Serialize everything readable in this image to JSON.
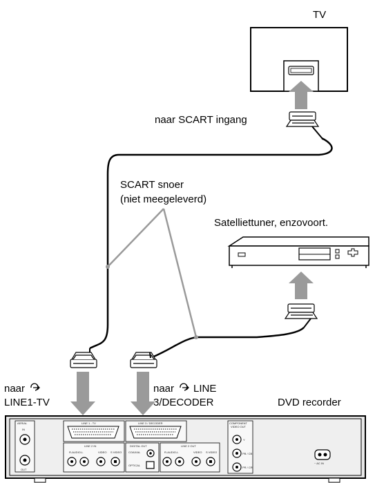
{
  "labels": {
    "tv": "TV",
    "scart_input": "naar SCART ingang",
    "cable_line1": "SCART snoer",
    "cable_line2": "(niet meegeleverd)",
    "sat_tuner": "Satelliettuner, enzovoort.",
    "line1_a": "naar",
    "line1_b": "LINE1-TV",
    "line3_a": "naar",
    "line3_a2": "LINE",
    "line3_b": "3/DECODER",
    "dvd_recorder": "DVD recorder"
  },
  "panel": {
    "aerial": "AERIAL",
    "in": "IN",
    "out": "OUT",
    "line1_tv": "LINE 1 - TV",
    "line3_decoder": "LINE 3 / DECODER",
    "line2_in": "LINE 2 IN",
    "digital_out": "DIGITAL OUT",
    "line2_out": "LINE 2 OUT",
    "component": "COMPONENT",
    "video_out": "VIDEO OUT",
    "coaxial": "COAXIAL",
    "optical": "OPTICAL",
    "audio": "R-AUDIO-L",
    "video": "VIDEO",
    "svideo": "S VIDEO",
    "y": "Y",
    "pb": "PB / CB",
    "pr": "PR / CR",
    "ac_in": "~ AC IN"
  },
  "colors": {
    "arrow": "#9a9a9a",
    "pointer": "#9a9a9a",
    "cable": "#000000"
  },
  "icons": {
    "line_input": "scart-arrow-icon"
  }
}
